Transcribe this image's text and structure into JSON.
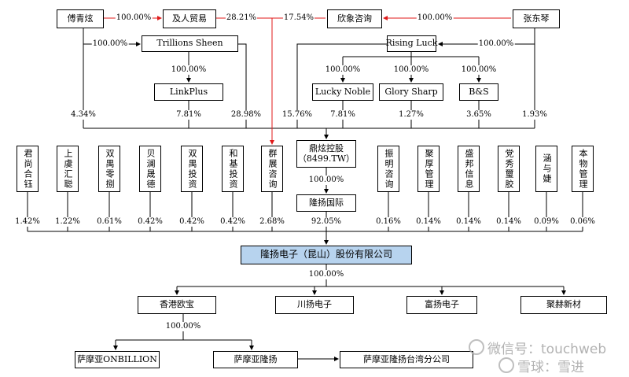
{
  "colors": {
    "highlight_line": "#e01a1a",
    "line": "#000000",
    "main_fill": "#b7d3ee"
  },
  "top": {
    "fu_qingxuan": "傅青炫",
    "jiren": "及人贸易",
    "xinxiang": "欣象咨询",
    "zhang_dongqin": "张东琴",
    "trillions": "Trillions Sheen",
    "rising_luck": "Rising Luck",
    "linkplus": "LinkPlus",
    "lucky_noble": "Lucky Noble",
    "glory_sharp": "Glory Sharp",
    "bs": "B&S"
  },
  "top_pcts": {
    "fu_to_jiren": "100.00%",
    "jiren_to_qunzhan": "28.21%",
    "xinxiang_to_qunzhan": "17.54%",
    "zhang_to_xinxiang": "100.00%",
    "fu_to_trillions": "100.00%",
    "zhang_to_rising": "100.00%",
    "trillions_to_linkplus": "100.00%",
    "rising_to_subs": [
      "100.00%",
      "100.00%",
      "100.00%"
    ]
  },
  "dingxuan_pcts": [
    "4.34%",
    "7.81%",
    "28.98%",
    "15.76%",
    "7.81%",
    "1.27%",
    "3.65%",
    "1.93%"
  ],
  "dingxuan": {
    "name": "鼎炫控股",
    "code": "（8499.TW）"
  },
  "dingxuan_to_longyang_intl": "100.00%",
  "longyang_intl": "隆扬国际",
  "longyang_intl_pct": "92.05%",
  "left_holders": [
    {
      "name": "君尚合钰",
      "pct": "1.42%"
    },
    {
      "name": "上虞汇聪",
      "pct": "1.22%"
    },
    {
      "name": "双禺零捌",
      "pct": "0.61%"
    },
    {
      "name": "贝澜晟德",
      "pct": "0.42%"
    },
    {
      "name": "双禺投资",
      "pct": "0.42%"
    },
    {
      "name": "和基投资",
      "pct": "0.42%"
    },
    {
      "name": "群展咨询",
      "pct": "2.68%"
    }
  ],
  "right_holders": [
    {
      "name": "振明咨询",
      "pct": "0.16%"
    },
    {
      "name": "聚厚管理",
      "pct": "0.14%"
    },
    {
      "name": "盛邦信息",
      "pct": "0.14%"
    },
    {
      "name": "党秀璽胶",
      "pct": "0.14%"
    },
    {
      "name": "涵与婕",
      "pct": "0.09%"
    },
    {
      "name": "本物管理",
      "pct": "0.06%"
    }
  ],
  "main_company": "隆扬电子（昆山）股份有限公司",
  "main_to_subs_pct": "100.00%",
  "subsidiaries": [
    "香港欧宝",
    "川扬电子",
    "富扬电子",
    "聚赫新材"
  ],
  "hk_to_subs_pct": "100.00%",
  "samoa": [
    "萨摩亚ONBILLION",
    "萨摩亚隆扬",
    "萨摩亚隆扬台湾分公司"
  ],
  "watermark": {
    "wechat": "微信号：touchweb",
    "snowball": "雪球：雪进"
  }
}
